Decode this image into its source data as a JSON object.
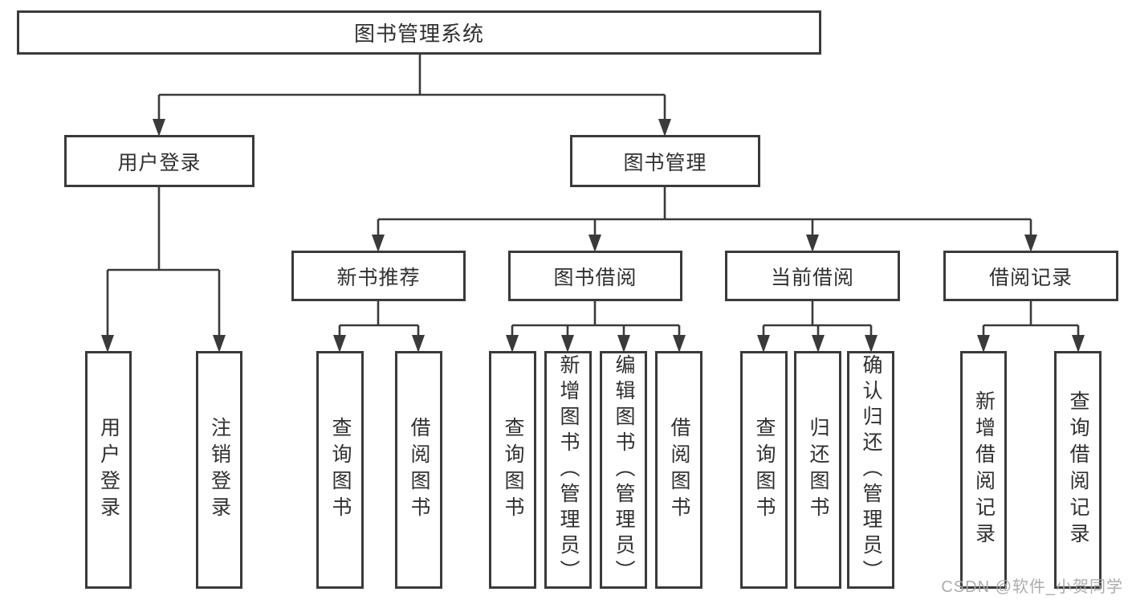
{
  "diagram": {
    "title": "图书管理系统",
    "colors": {
      "line": "#3a3a3a",
      "text": "#303030",
      "box_background": "#ffffff",
      "watermark": "#a8a8a8"
    },
    "level2": [
      {
        "label": "用户登录",
        "children": [
          "用户登录",
          "注销登录"
        ]
      },
      {
        "label": "图书管理"
      }
    ],
    "level3": [
      {
        "label": "新书推荐",
        "children": [
          "查询图书",
          "借阅图书"
        ]
      },
      {
        "label": "图书借阅",
        "children": [
          "查询图书",
          "新增图书（管理员）",
          "编辑图书（管理员）",
          "借阅图书"
        ]
      },
      {
        "label": "当前借阅",
        "children": [
          "查询图书",
          "归还图书",
          "确认归还（管理员）"
        ]
      },
      {
        "label": "借阅记录",
        "children": [
          "新增借阅记录",
          "查询借阅记录"
        ]
      }
    ],
    "watermark": "CSDN @软件_小贺同学"
  }
}
